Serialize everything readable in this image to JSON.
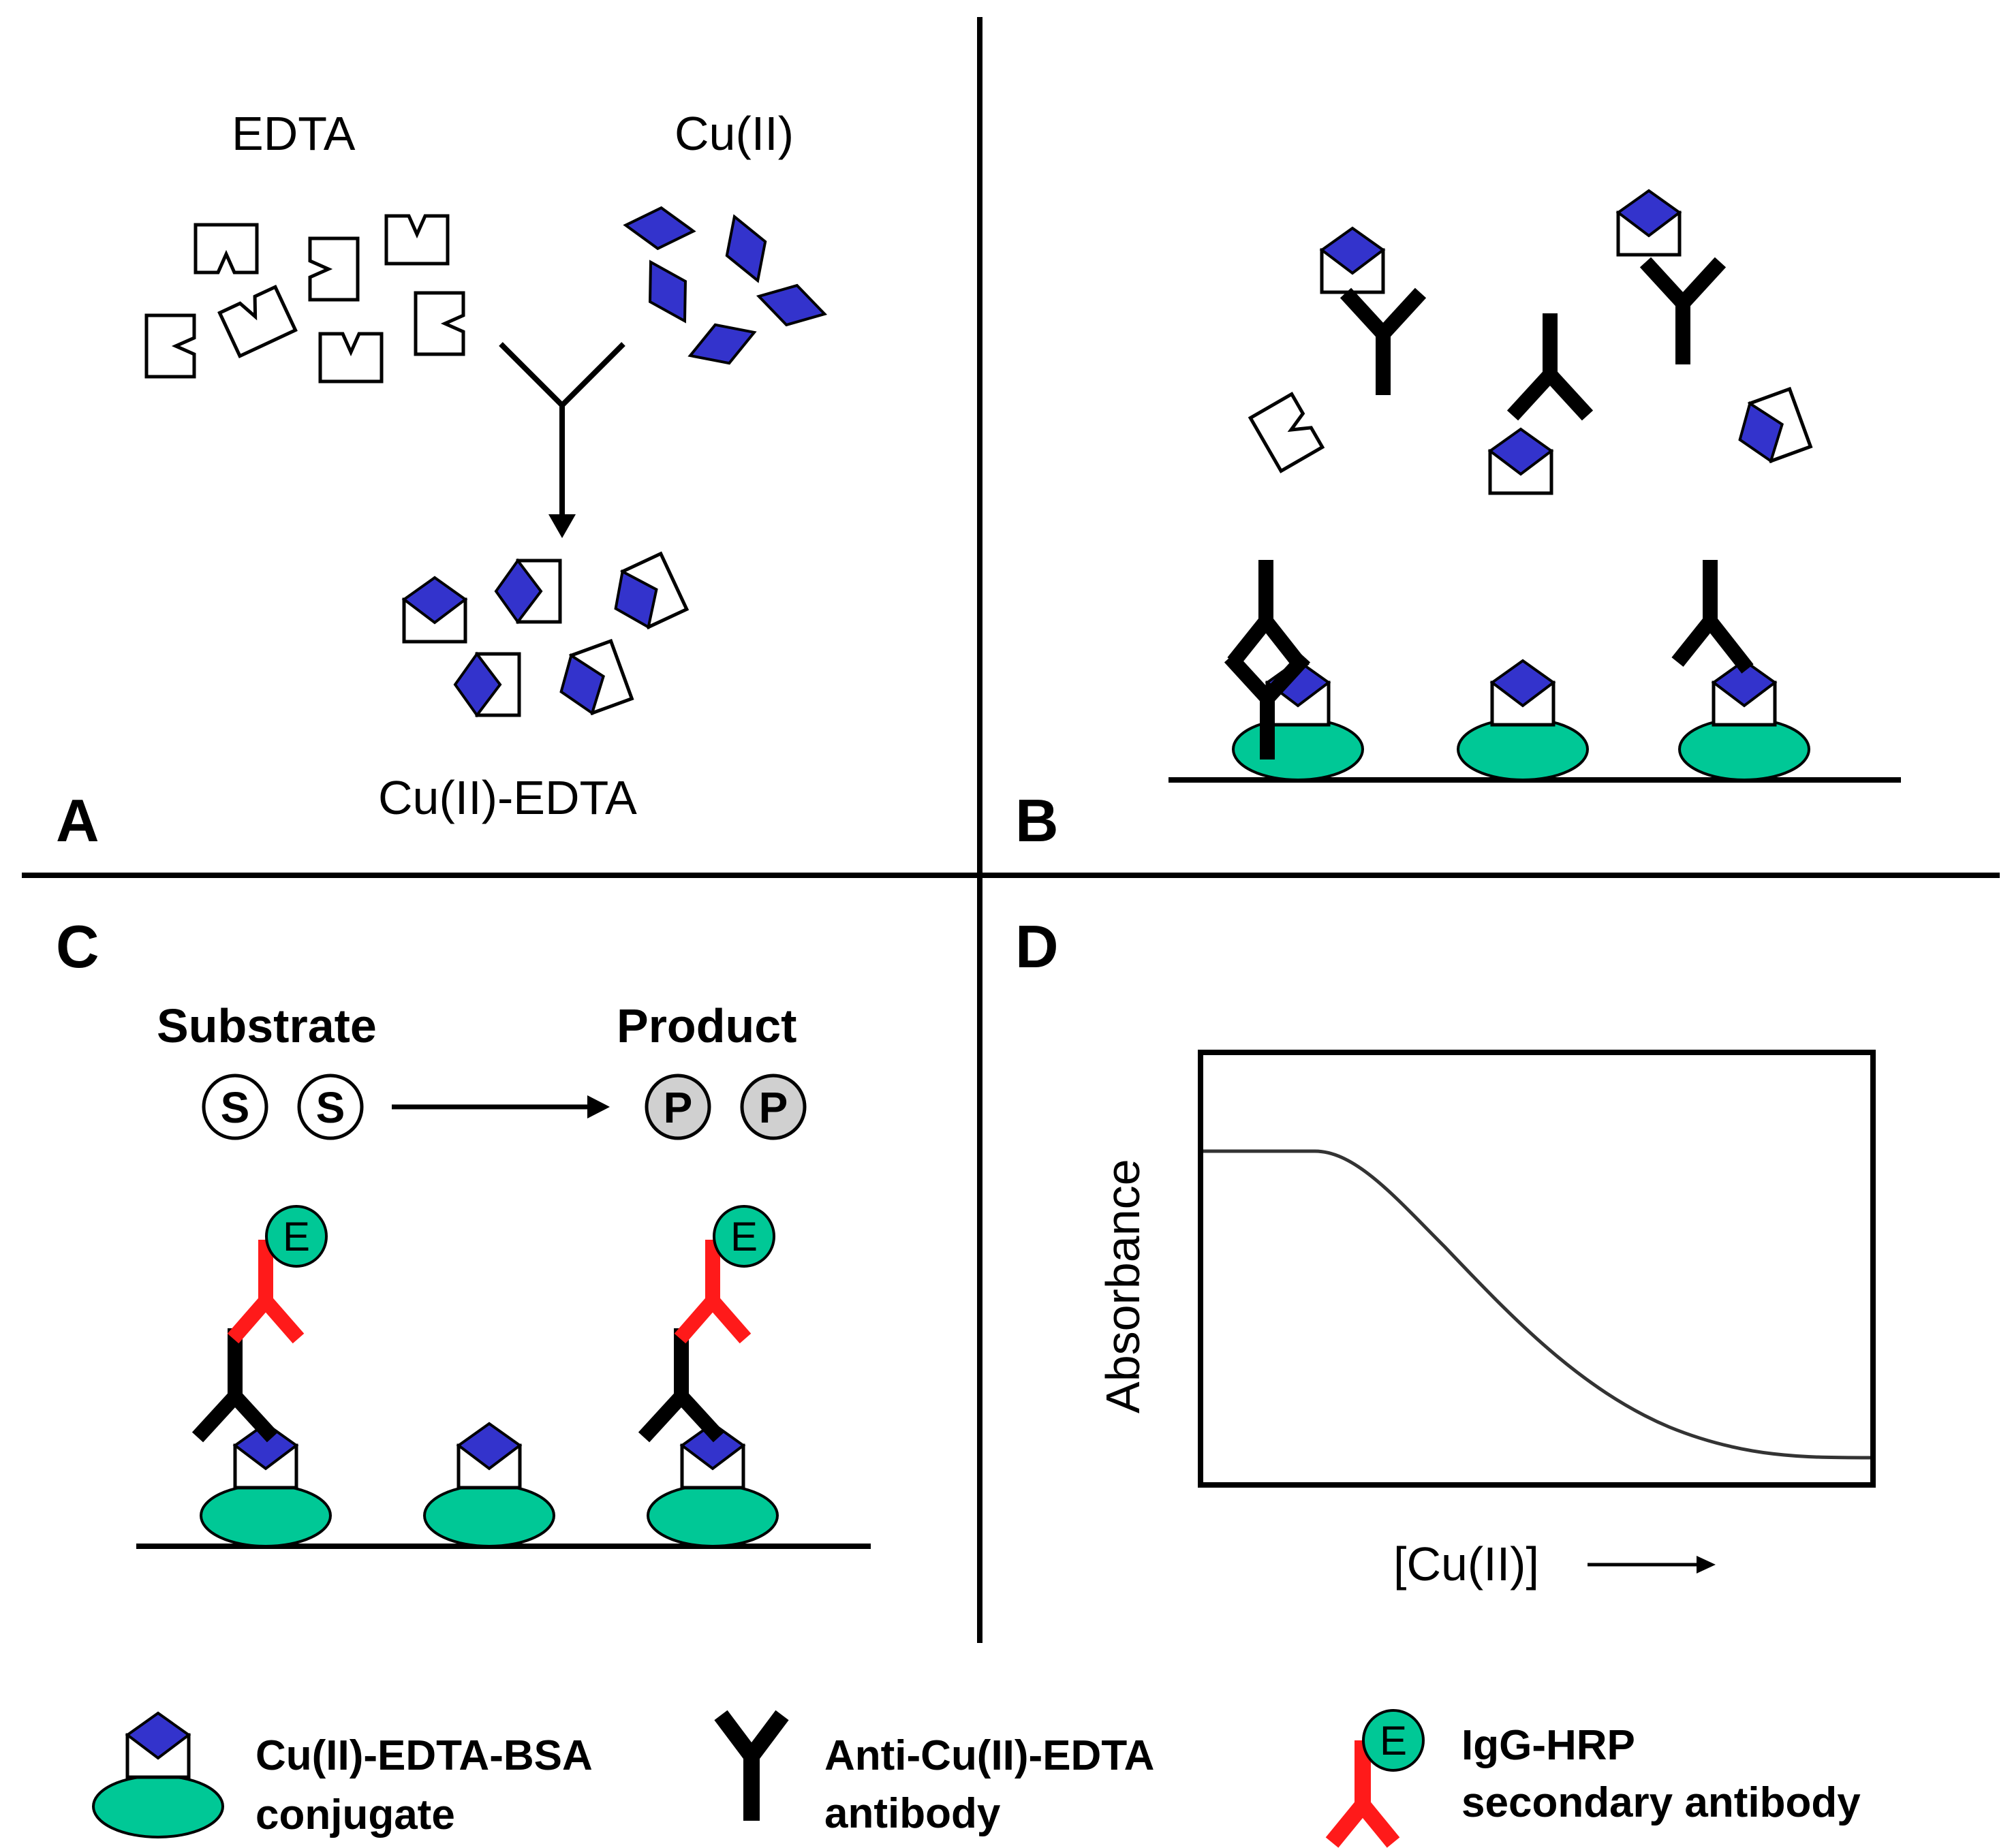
{
  "panels": {
    "a": {
      "letter": "A",
      "edta_label": "EDTA",
      "cu_label": "Cu(II)",
      "complex_label": "Cu(II)-EDTA"
    },
    "b": {
      "letter": "B"
    },
    "c": {
      "letter": "C",
      "substrate_label": "Substrate",
      "product_label": "Product",
      "substrate_symbol": "S",
      "product_symbol": "P",
      "enzyme_symbol": "E"
    },
    "d": {
      "letter": "D",
      "ylabel": "Absorbance",
      "xlabel": "[Cu(II)]"
    }
  },
  "legend": {
    "conjugate_line1": "Cu(II)-EDTA-BSA",
    "conjugate_line2": "conjugate",
    "antibody_line1": "Anti-Cu(II)-EDTA",
    "antibody_line2": "antibody",
    "secondary_line1": "IgG-HRP",
    "secondary_line2": "secondary antibody",
    "enzyme_symbol": "E"
  },
  "colors": {
    "copper": "#3333cc",
    "bsa": "#00c896",
    "secondary_antibody": "#ff1a1a",
    "antibody": "#000000",
    "product_fill": "#d0d0d0"
  }
}
